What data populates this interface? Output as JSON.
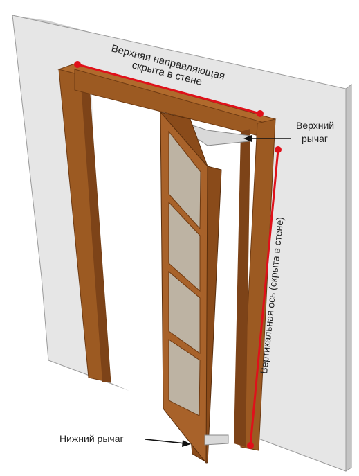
{
  "labels": {
    "top_guide_line1": "Верхняя направляющая",
    "top_guide_line2": "скрыта в стене",
    "upper_lever_line1": "Верхний",
    "upper_lever_line2": "рычаг",
    "vertical_axis": "Вертикальная ось (скрыта в стене)",
    "lower_lever": "Нижний рычаг"
  },
  "colors": {
    "wall": "#e6e6e6",
    "wall_side": "#c9c9c9",
    "wood": "#9c5a22",
    "wood_dark": "#6e3a12",
    "glass": "#bdb3a3",
    "marker": "#e0101a"
  }
}
